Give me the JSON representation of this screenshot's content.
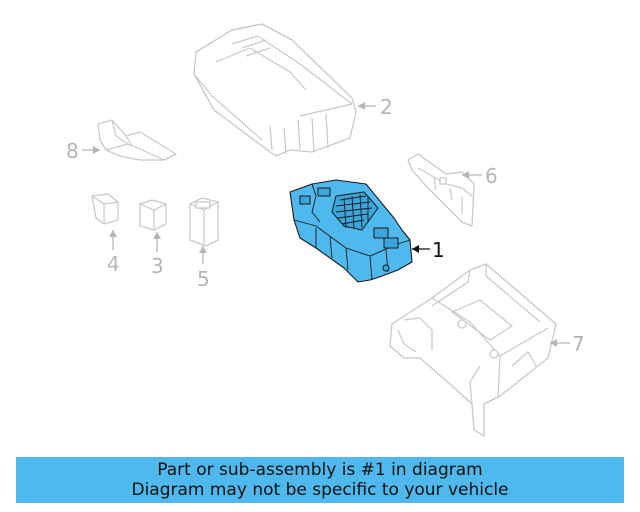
{
  "callouts": {
    "c1": "1",
    "c2": "2",
    "c3": "3",
    "c4": "4",
    "c5": "5",
    "c6": "6",
    "c7": "7",
    "c8": "8"
  },
  "highlighted_part": "1",
  "colors": {
    "highlight": "#4fb8ec",
    "ghost_lines": "#c8c8c8",
    "banner": "#4fb8ec"
  },
  "banner": {
    "line1": "Part or sub-assembly is #1 in diagram",
    "line2": "Diagram may not be specific to your vehicle"
  }
}
